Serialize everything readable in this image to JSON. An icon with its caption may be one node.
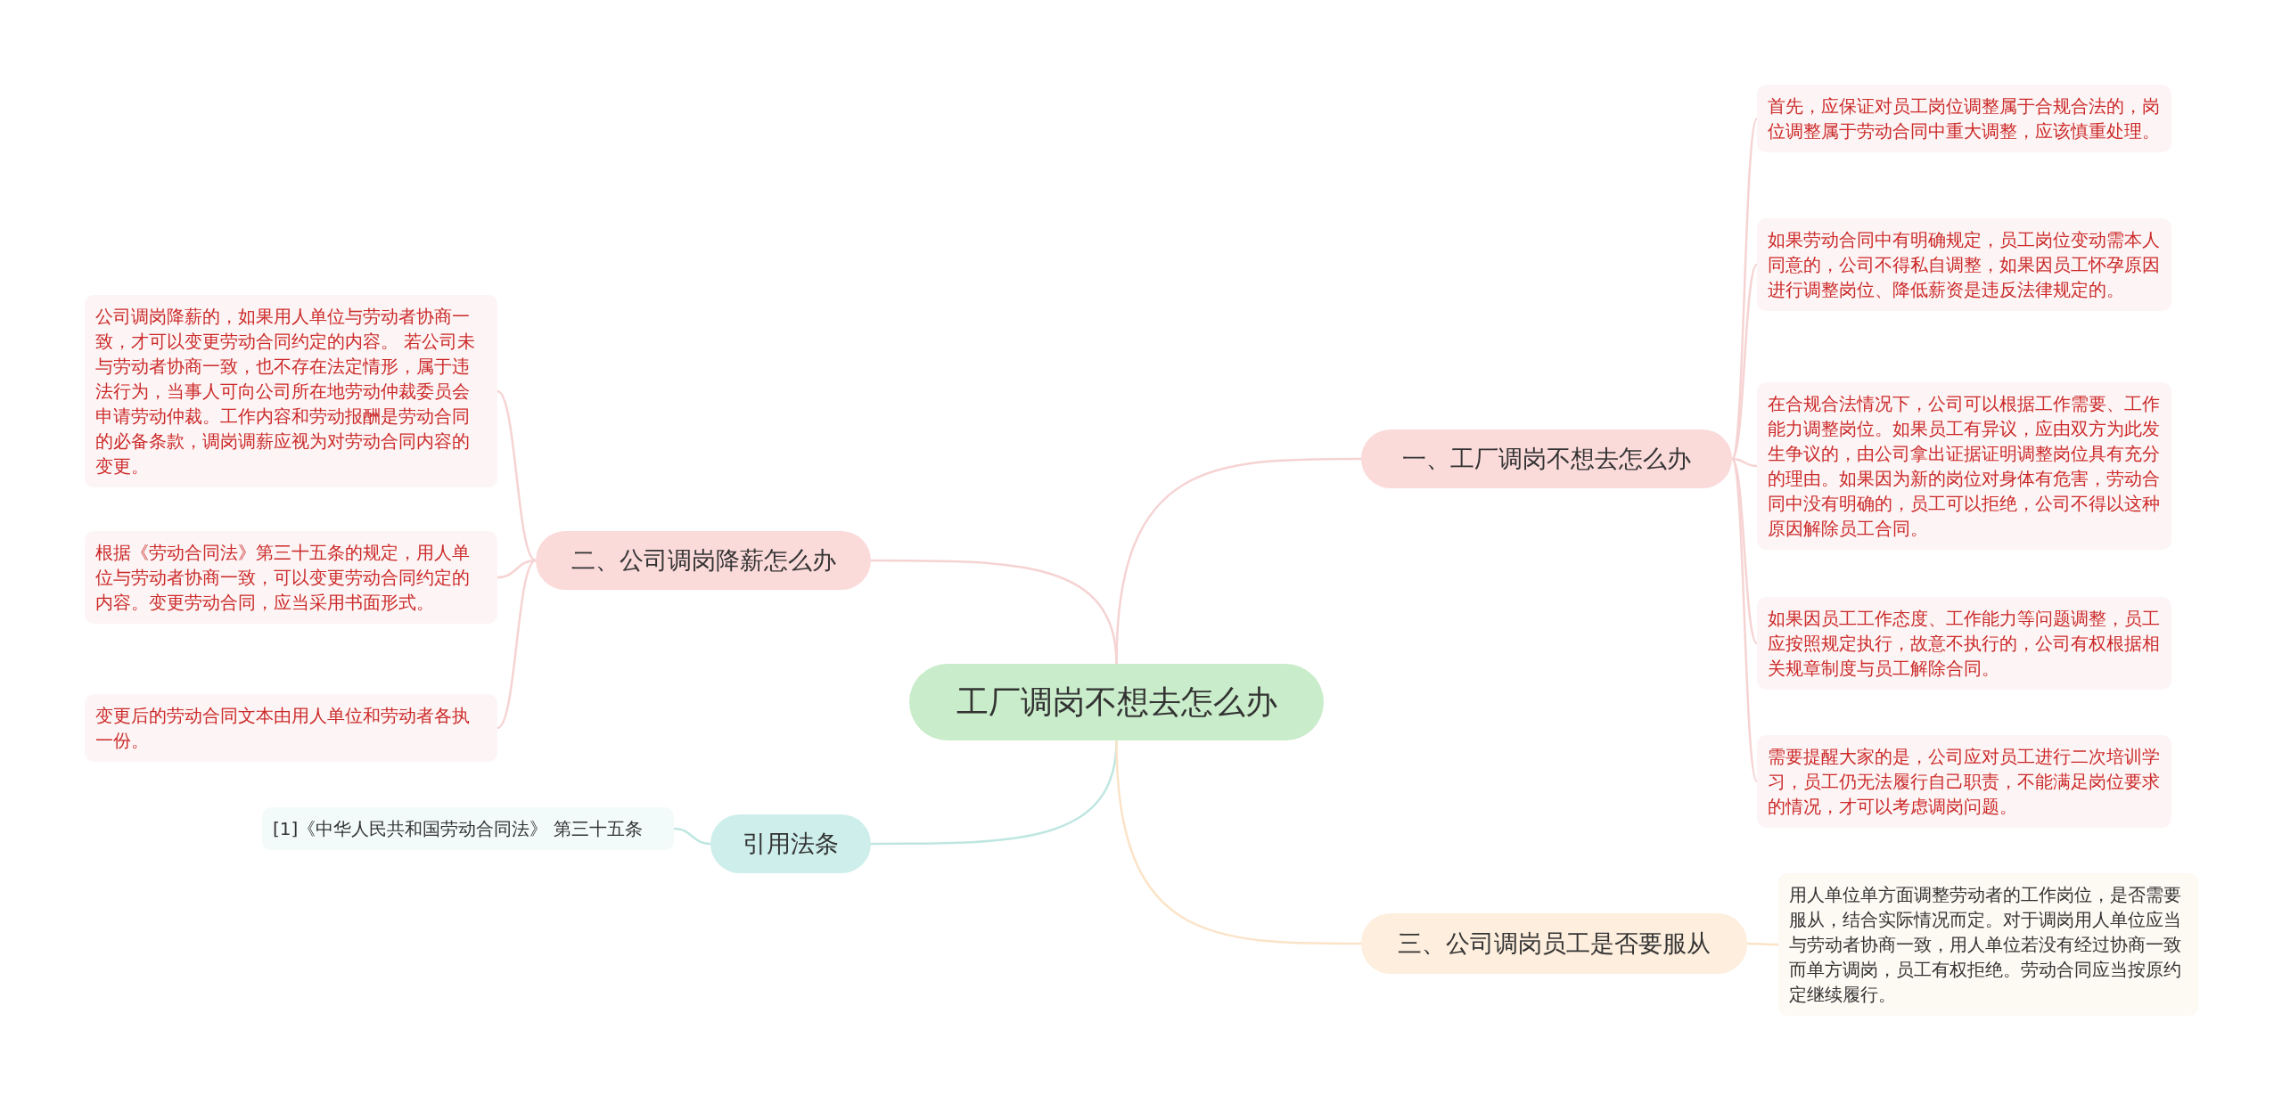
{
  "diagram": {
    "nodes": [
      {
        "text": [
          "工厂调岗不想去怎么办"
        ]
      },
      {
        "text": [
          "一、工厂调岗不想去怎么办"
        ]
      },
      {
        "text": [
          "首先，应保证对员工岗位调整属于合规合法的，岗位调整属于劳动合同中重大调整，应该慎重处理。"
        ]
      },
      {
        "text": [
          "如果劳动合同中有明确规定，员工岗位变动需本人同意的，公司不得私自调整，如果因员工怀孕原因进行调整岗位、降低薪资是违反法律规定的。"
        ]
      },
      {
        "text": [
          "在合规合法情况下，公司可以根据工作需要、工作能力调整岗位。如果员工有异议，应由双方为此发生争议的，由公司拿出证据证明调整岗位具有充分的理由。如果因为新的岗位对身体有危害，劳动合同中没有明确的，员工可以拒绝，公司不得以这种原因解除员工合同。"
        ]
      },
      {
        "text": [
          "如果因员工工作态度、工作能力等问题调整，员工应按照规定执行，故意不执行的，公司有权根据相关规章制度与员工解除合同。"
        ]
      },
      {
        "text": [
          "需要提醒大家的是，公司应对员工进行二次培训学习，员工仍无法履行自己职责，不能满足岗位要求的情况，才可以考虑调岗问题。"
        ]
      },
      {
        "text": [
          "二、公司调岗降薪怎么办"
        ]
      },
      {
        "text": [
          "公司调岗降薪的，如果用人单位与劳动者协商一致，才可以变更劳动合同约定的内容。 若公司未与劳动者协商一致，也不存在法定情形，属于违法行为，当事人可向公司所在地劳动仲裁委员会申请劳动仲裁。工作内容和劳动报酬是劳动合同的必备条款，调岗调薪应视为对劳动合同内容的变更。"
        ]
      },
      {
        "text": [
          "根据《劳动合同法》第三十五条的规定，用人单位与劳动者协商一致，可以变更劳动合同约定的内容。变更劳动合同，应当采用书面形式。"
        ]
      },
      {
        "text": [
          "变更后的劳动合同文本由用人单位和劳动者各执一份。"
        ]
      },
      {
        "text": [
          "引用法条"
        ]
      },
      {
        "text": [
          "[1]《中华人民共和国劳动合同法》 第三十五条"
        ]
      },
      {
        "text": [
          "三、公司调岗员工是否要服从"
        ]
      },
      {
        "text": [
          "用人单位单方面调整劳动者的工作岗位，是否需要服从，结合实际情况而定。对于调岗用人单位应当与劳动者协商一致，用人单位若没有经过协商一致而单方调岗，员工有权拒绝。劳动合同应当按原约定继续履行。"
        ]
      }
    ],
    "edges": [
      {
        "from": 0,
        "to": 1,
        "arrow": "none"
      },
      {
        "from": 1,
        "to": 2,
        "arrow": "none"
      },
      {
        "from": 1,
        "to": 3,
        "arrow": "none"
      },
      {
        "from": 1,
        "to": 4,
        "arrow": "none"
      },
      {
        "from": 1,
        "to": 5,
        "arrow": "none"
      },
      {
        "from": 1,
        "to": 6,
        "arrow": "none"
      },
      {
        "from": 0,
        "to": 7,
        "arrow": "none"
      },
      {
        "from": 7,
        "to": 8,
        "arrow": "none"
      },
      {
        "from": 7,
        "to": 9,
        "arrow": "none"
      },
      {
        "from": 7,
        "to": 10,
        "arrow": "none"
      },
      {
        "from": 0,
        "to": 11,
        "arrow": "none",
        "color": "#bfe6e1"
      },
      {
        "from": 11,
        "to": 12,
        "arrow": "none",
        "color": "#bfe6e1"
      },
      {
        "from": 0,
        "to": 13,
        "arrow": "none",
        "color": "#fbe3c8"
      },
      {
        "from": 13,
        "to": 14,
        "arrow": "none",
        "color": "#fbe3c8"
      }
    ]
  }
}
